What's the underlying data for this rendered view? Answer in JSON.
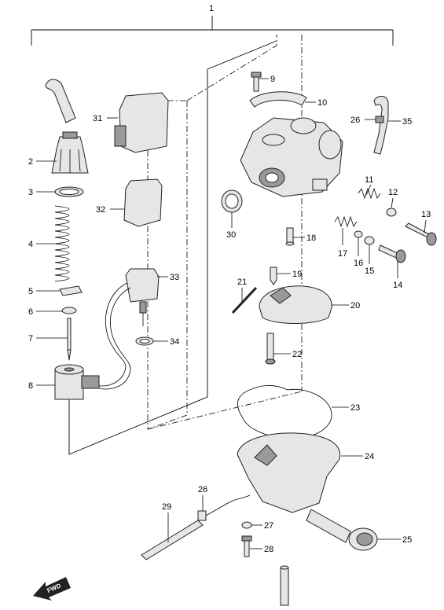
{
  "diagram": {
    "fwd_label": "FWD",
    "callouts": {
      "c1": "1",
      "c2": "2",
      "c3": "3",
      "c4": "4",
      "c5": "5",
      "c6": "6",
      "c7": "7",
      "c8": "8",
      "c9": "9",
      "c10": "10",
      "c11": "11",
      "c12": "12",
      "c13": "13",
      "c14": "14",
      "c15": "15",
      "c16": "16",
      "c17": "17",
      "c18": "18",
      "c19": "19",
      "c20": "20",
      "c21": "21",
      "c22": "22",
      "c23": "23",
      "c24": "24",
      "c25": "25",
      "c26a": "26",
      "c26b": "26",
      "c27": "27",
      "c28": "28",
      "c29": "29",
      "c30": "30",
      "c31": "31",
      "c32": "32",
      "c33": "33",
      "c34": "34",
      "c35": "35"
    }
  }
}
